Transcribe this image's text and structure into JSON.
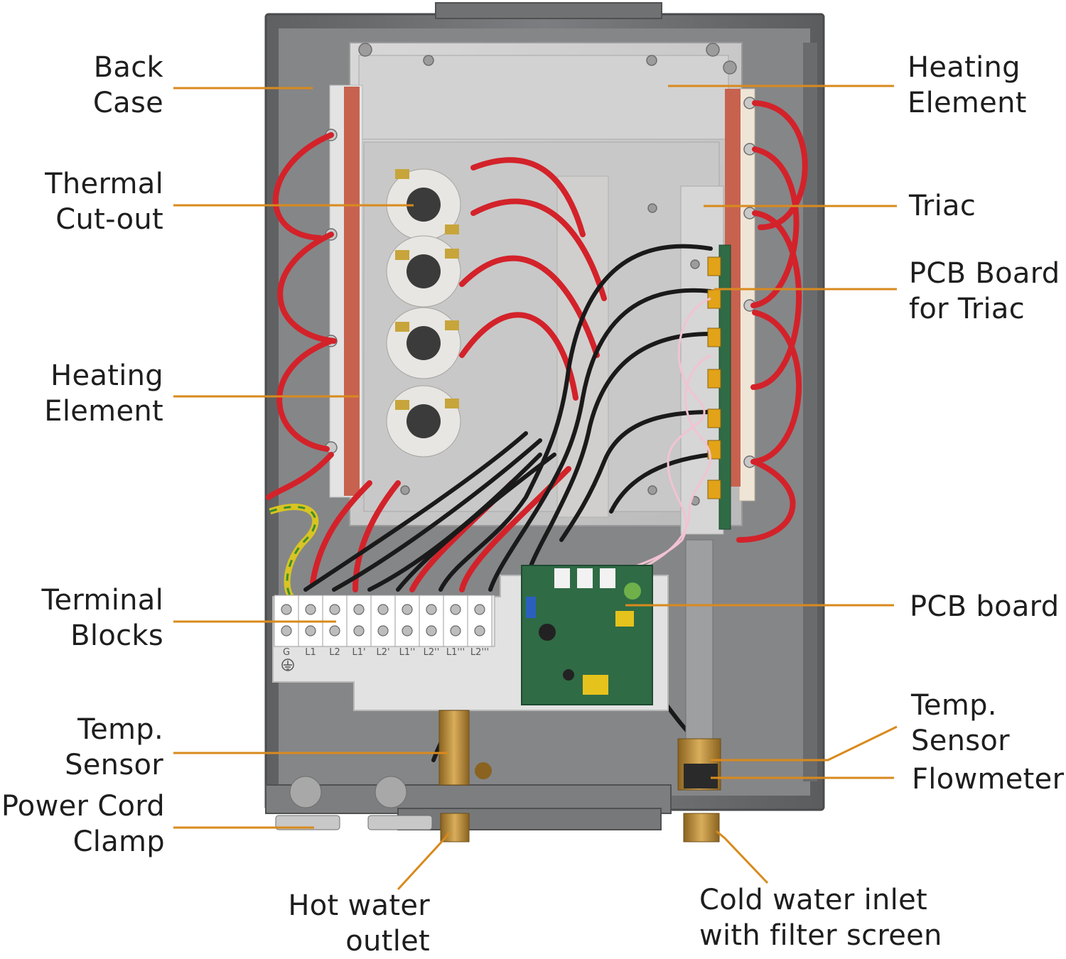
{
  "colors": {
    "leader": "#d98a1d",
    "text": "#1e1e1e",
    "case": "#6f7072",
    "case_inner": "#8c8d8f",
    "plate": "#c9c9c9",
    "wire_red": "#d3222a",
    "wire_black": "#1a1a1a",
    "pcb": "#2f6b45",
    "brass": "#b78a3d",
    "terminal": "#e6e6e6"
  },
  "labels": {
    "back_case": [
      "Back",
      "Case"
    ],
    "thermal_cutout": [
      "Thermal",
      "Cut-out"
    ],
    "heating_element_left": [
      "Heating",
      "Element"
    ],
    "terminal_blocks": [
      "Terminal",
      "Blocks"
    ],
    "temp_sensor_left": [
      "Temp.",
      "Sensor"
    ],
    "power_cord_clamp": [
      "Power Cord",
      "Clamp"
    ],
    "hot_water_outlet": [
      "Hot water",
      "outlet"
    ],
    "heating_element_right": [
      "Heating",
      "Element"
    ],
    "triac": [
      "Triac"
    ],
    "pcb_board_triac": [
      "PCB Board",
      "for Triac"
    ],
    "pcb_board": [
      "PCB board"
    ],
    "temp_sensor_right": [
      "Temp.",
      "Sensor"
    ],
    "flowmeter": [
      "Flowmeter"
    ],
    "cold_water_inlet": [
      "Cold water inlet",
      "with filter screen"
    ]
  },
  "terminal_markings": [
    "G",
    "L1",
    "L2",
    "L1'",
    "L2'",
    "L1''",
    "L2''",
    "L1'''",
    "L2'''"
  ],
  "icons": [
    "ground-symbol-icon"
  ]
}
